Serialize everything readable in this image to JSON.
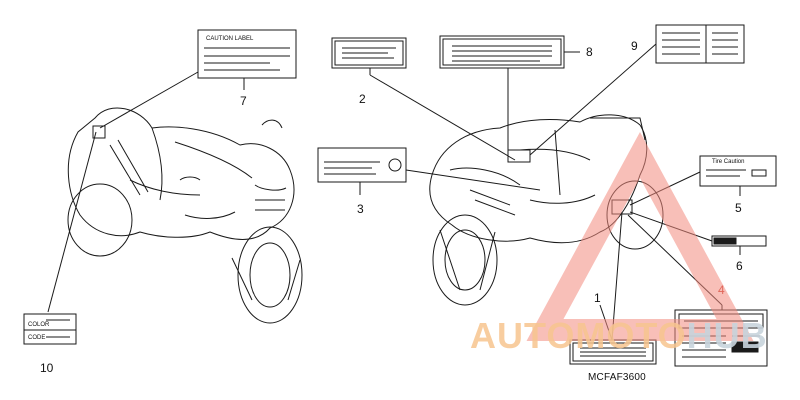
{
  "callouts": [
    "1",
    "2",
    "3",
    "4",
    "5",
    "6",
    "7",
    "8",
    "9",
    "10"
  ],
  "label_texts": {
    "label7_title": "CAUTION LABEL",
    "label10_line1": "COLOR",
    "label10_line2": "CODE",
    "label5_title": "Tire Caution"
  },
  "diagram_code": "MCFAF3600",
  "watermark": {
    "part1": "AUTOMOTO",
    "part2": "HUB",
    "color_primary": "#f28a7e",
    "color_secondary": "#a9b8c2"
  },
  "colors": {
    "line": "#1a1a1a",
    "background": "#ffffff"
  }
}
